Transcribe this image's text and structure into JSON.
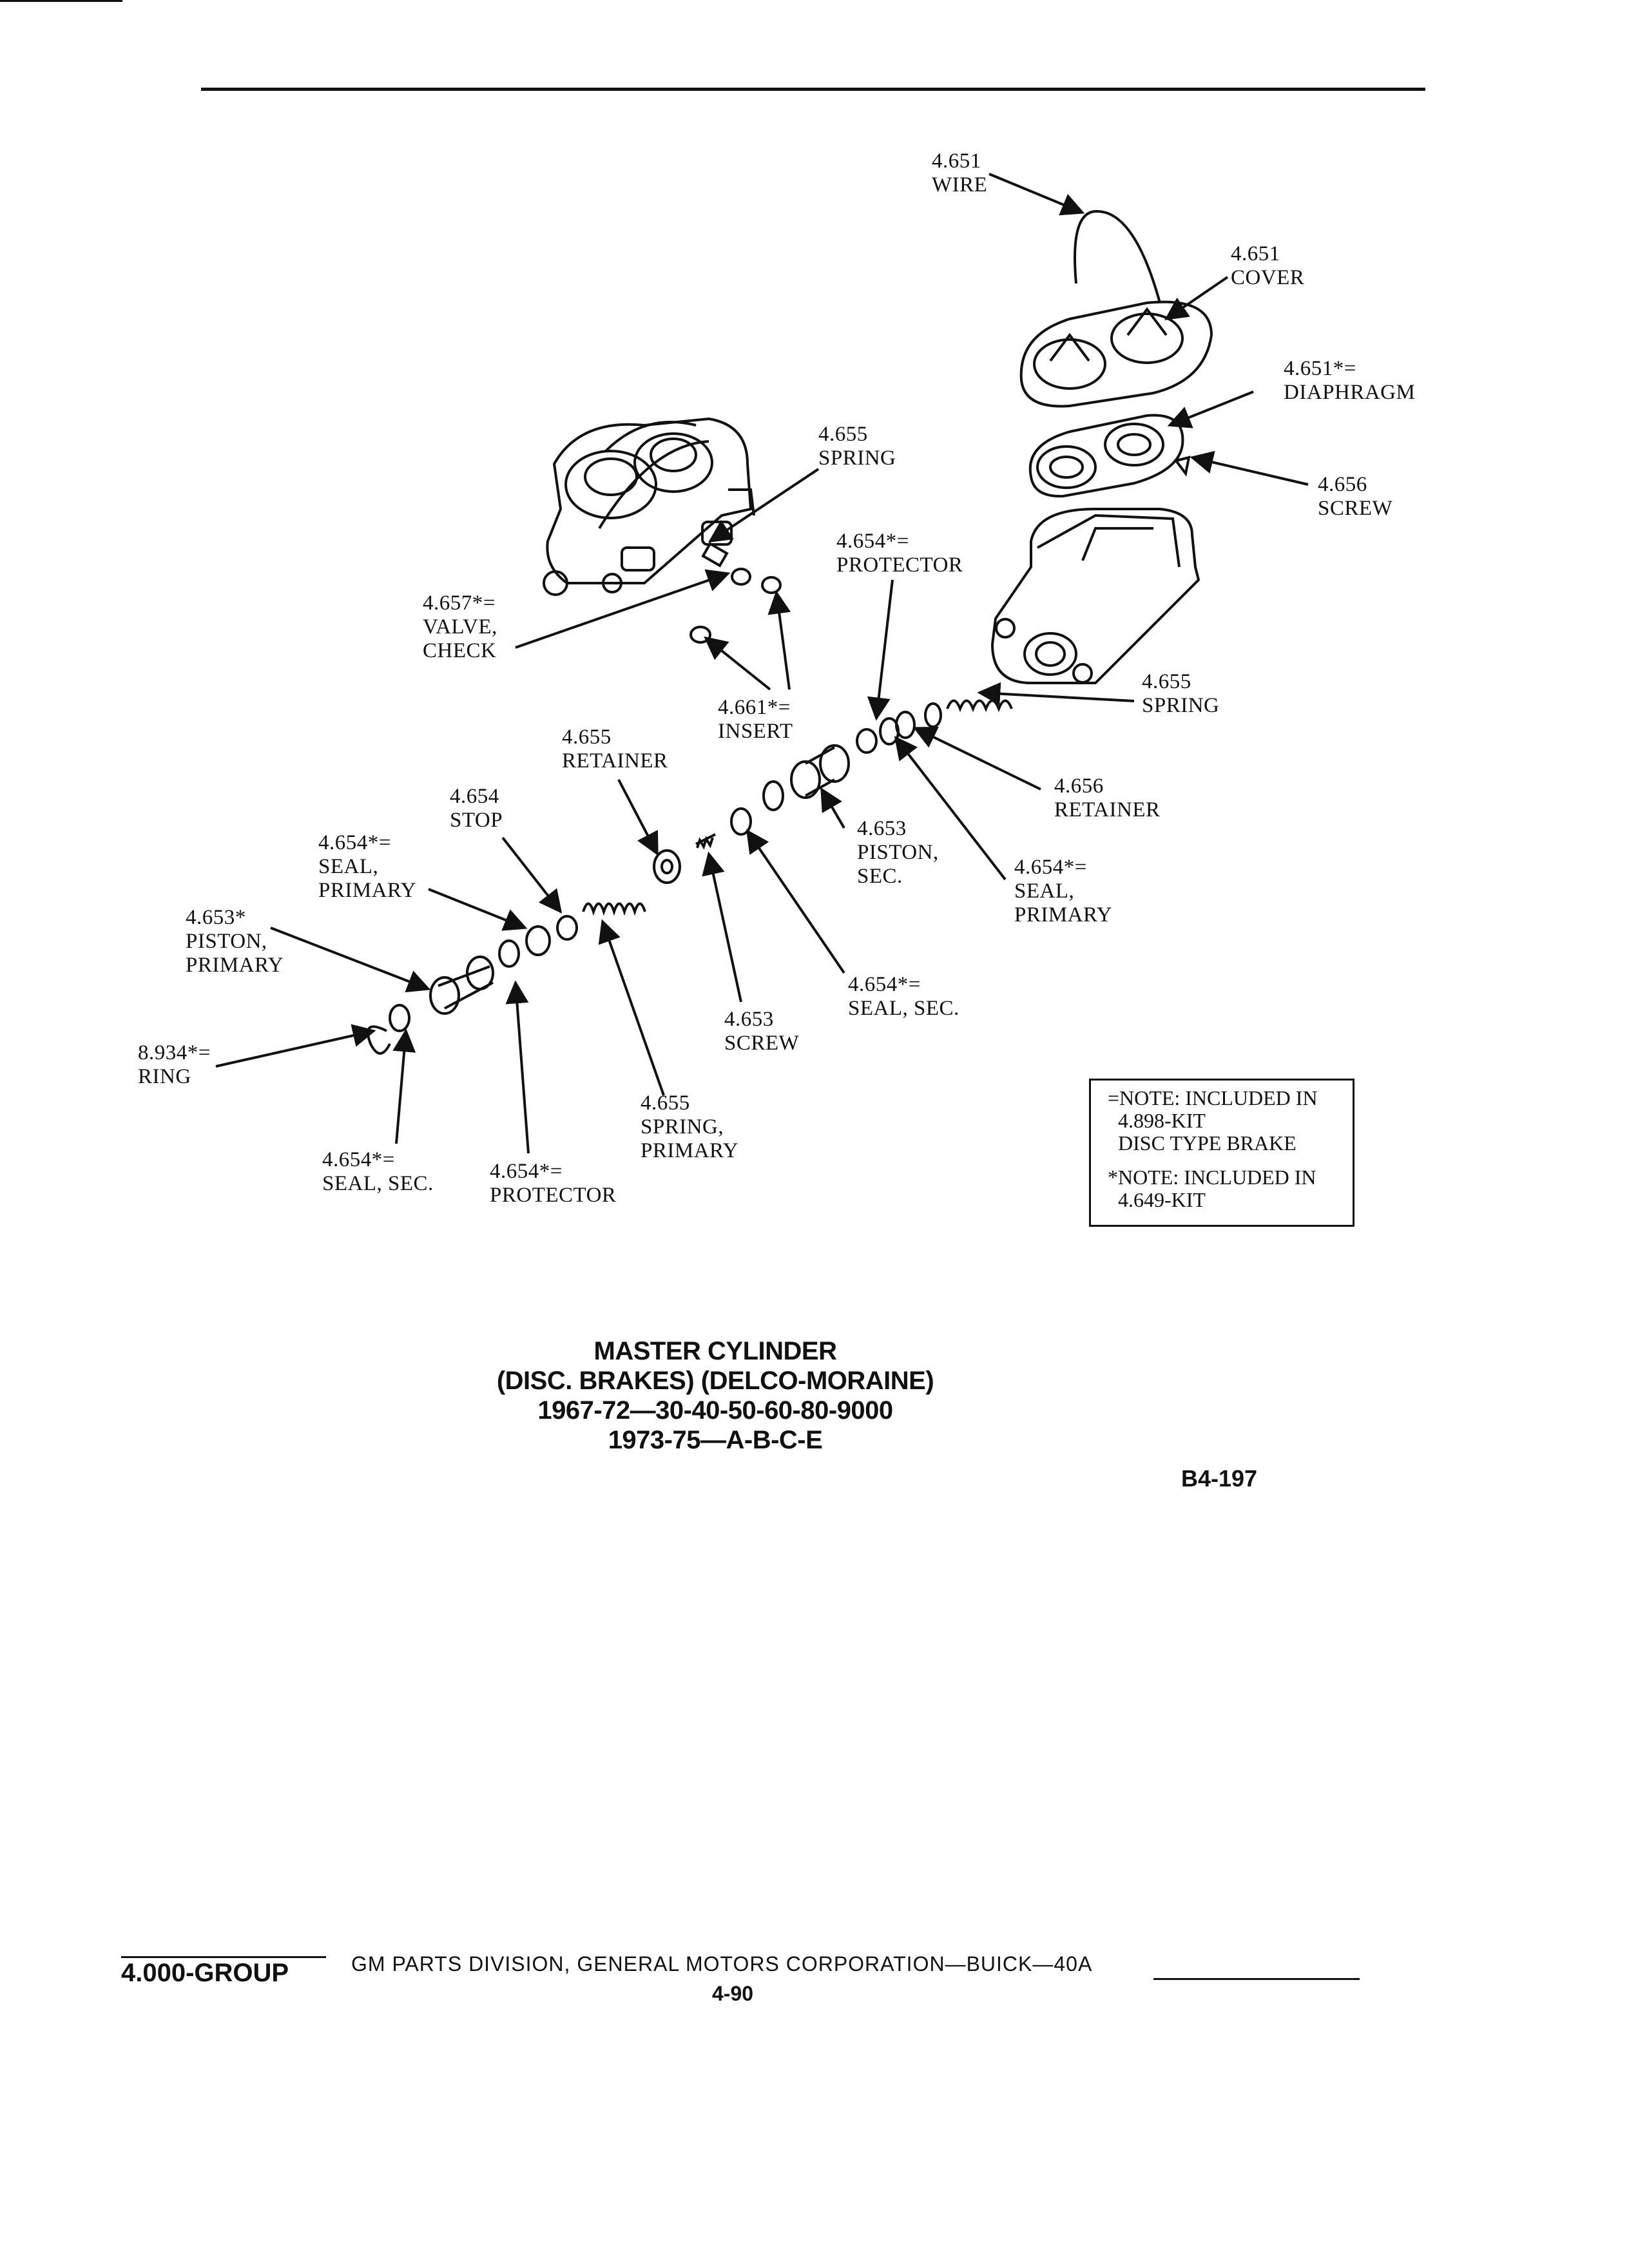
{
  "labels": {
    "wire": {
      "lines": [
        "4.651",
        "WIRE"
      ]
    },
    "cover": {
      "lines": [
        "4.651",
        "COVER"
      ]
    },
    "diaphragm": {
      "lines": [
        "4.651*=",
        "DIAPHRAGM"
      ]
    },
    "screw_cover": {
      "lines": [
        "4.656",
        "SCREW"
      ]
    },
    "spring_top": {
      "lines": [
        "4.655",
        "SPRING"
      ]
    },
    "protector_sec": {
      "lines": [
        "4.654*=",
        "PROTECTOR"
      ]
    },
    "valve_check": {
      "lines": [
        "4.657*=",
        "VALVE,",
        "CHECK"
      ]
    },
    "insert": {
      "lines": [
        "4.661*=",
        "INSERT"
      ]
    },
    "spring_right": {
      "lines": [
        "4.655",
        "SPRING"
      ]
    },
    "retainer_mid": {
      "lines": [
        "4.655",
        "RETAINER"
      ]
    },
    "retainer_right": {
      "lines": [
        "4.656",
        "RETAINER"
      ]
    },
    "stop": {
      "lines": [
        "4.654",
        "STOP"
      ]
    },
    "piston_sec": {
      "lines": [
        "4.653",
        "PISTON,",
        "SEC."
      ]
    },
    "seal_primary_left": {
      "lines": [
        "4.654*=",
        "SEAL,",
        "PRIMARY"
      ]
    },
    "seal_primary_right": {
      "lines": [
        "4.654*=",
        "SEAL,",
        "PRIMARY"
      ]
    },
    "piston_primary": {
      "lines": [
        "4.653*",
        "PISTON,",
        "PRIMARY"
      ]
    },
    "seal_sec_mid": {
      "lines": [
        "4.654*=",
        "SEAL, SEC."
      ]
    },
    "screw_mid": {
      "lines": [
        "4.653",
        "SCREW"
      ]
    },
    "ring": {
      "lines": [
        "8.934*=",
        "RING"
      ]
    },
    "spring_primary": {
      "lines": [
        "4.655",
        "SPRING,",
        "PRIMARY"
      ]
    },
    "seal_sec_left": {
      "lines": [
        "4.654*=",
        "SEAL, SEC."
      ]
    },
    "protector_primary": {
      "lines": [
        "4.654*=",
        "PROTECTOR"
      ]
    }
  },
  "note": {
    "line1": "=NOTE:  INCLUDED IN",
    "line2": "4.898-KIT",
    "line3": "DISC TYPE BRAKE",
    "line4": "*NOTE:  INCLUDED IN",
    "line5": "4.649-KIT"
  },
  "title": {
    "line1": "MASTER CYLINDER",
    "line2": "(DISC. BRAKES) (DELCO-MORAINE)",
    "line3": "1967-72—30-40-50-60-80-9000",
    "line4": "1973-75—A-B-C-E"
  },
  "plate_number": "B4-197",
  "footer": {
    "group": "4.000-GROUP",
    "corporation": "GM PARTS DIVISION, GENERAL MOTORS CORPORATION—BUICK—40A",
    "page": "4-90"
  }
}
